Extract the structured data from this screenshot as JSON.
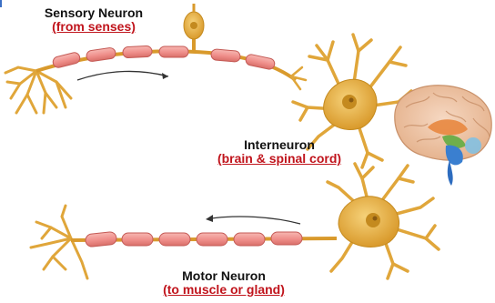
{
  "colors": {
    "myelin": "#ef8e8a",
    "myelin_edge": "#c45a55",
    "cell": "#e8b544",
    "nucleus": "#c48a1f",
    "label_text": "#111111",
    "label_accent": "#c0141c",
    "arrow": "#333333"
  },
  "labels": {
    "sensory": {
      "name": "Sensory Neuron",
      "sub": "(from senses)"
    },
    "interneuron": {
      "name": "Interneuron",
      "sub": "(brain & spinal cord)"
    },
    "motor": {
      "name": "Motor Neuron",
      "sub": "(to muscle or gland)"
    }
  },
  "icons": {
    "brain": "brain-icon"
  }
}
